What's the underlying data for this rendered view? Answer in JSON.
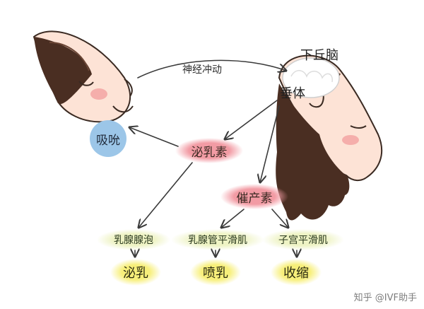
{
  "labels": {
    "nerve_impulse": "神经冲动",
    "hypothalamus": "下丘脑",
    "pituitary": "垂体",
    "suckling": "吸吮",
    "prolactin": "泌乳素",
    "oxytocin": "催产素",
    "alveoli": "乳腺腺泡",
    "duct_muscle": "乳腺管平滑肌",
    "uterine_muscle": "子宫平滑肌",
    "lactation": "泌乳",
    "milk_ejection": "喷乳",
    "contraction": "收缩"
  },
  "watermark": "知乎 @IVF助手",
  "colors": {
    "arrow": "#3a3a3a",
    "suckling_circle": "#9cc6e8",
    "hormone_pill": "#f29ba4",
    "target_pill": "#f4f6c6",
    "result_pill": "#f7ef84",
    "hair": "#4a2e22",
    "skin": "#fde3d6",
    "cheek": "#f3a0a0"
  }
}
